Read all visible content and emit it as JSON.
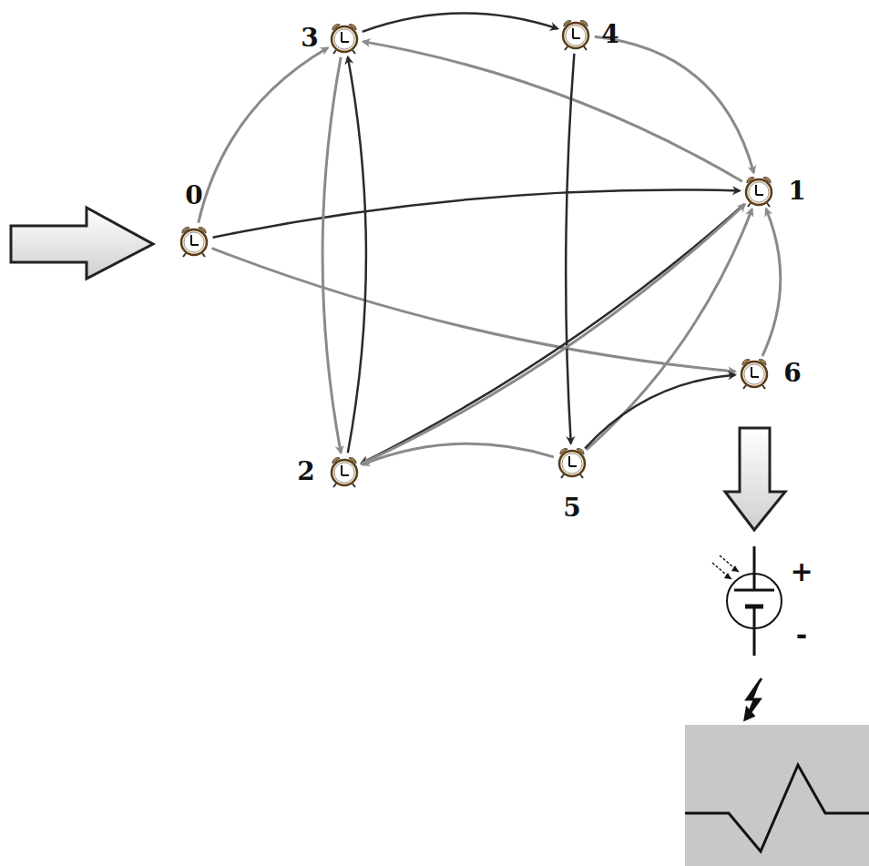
{
  "diagram": {
    "nodes": [
      {
        "text": [
          "0"
        ]
      },
      {
        "text": [
          "1"
        ]
      },
      {
        "text": [
          "2"
        ]
      },
      {
        "text": [
          "3"
        ]
      },
      {
        "text": [
          "4"
        ]
      },
      {
        "text": [
          "5"
        ]
      },
      {
        "text": [
          "6"
        ]
      }
    ],
    "edges": [
      {
        "from": 0,
        "to": 3,
        "arrow": "to"
      },
      {
        "from": 0,
        "to": 1,
        "arrow": "to"
      },
      {
        "from": 0,
        "to": 6,
        "arrow": "to"
      },
      {
        "from": 3,
        "to": 4,
        "arrow": "to"
      },
      {
        "from": 4,
        "to": 1,
        "arrow": "to"
      },
      {
        "from": 1,
        "to": 3,
        "arrow": "to"
      },
      {
        "from": 3,
        "to": 2,
        "arrow": "to"
      },
      {
        "from": 2,
        "to": 3,
        "arrow": "to"
      },
      {
        "from": 4,
        "to": 5,
        "arrow": "to"
      },
      {
        "from": 1,
        "to": 2,
        "arrow": "to"
      },
      {
        "from": 2,
        "to": 1,
        "arrow": "to"
      },
      {
        "from": 5,
        "to": 1,
        "arrow": "to"
      },
      {
        "from": 5,
        "to": 6,
        "arrow": "to"
      },
      {
        "from": 5,
        "to": 2,
        "arrow": "to"
      },
      {
        "from": 6,
        "to": 1,
        "arrow": "to"
      }
    ],
    "labels": [
      "+",
      "-"
    ]
  }
}
